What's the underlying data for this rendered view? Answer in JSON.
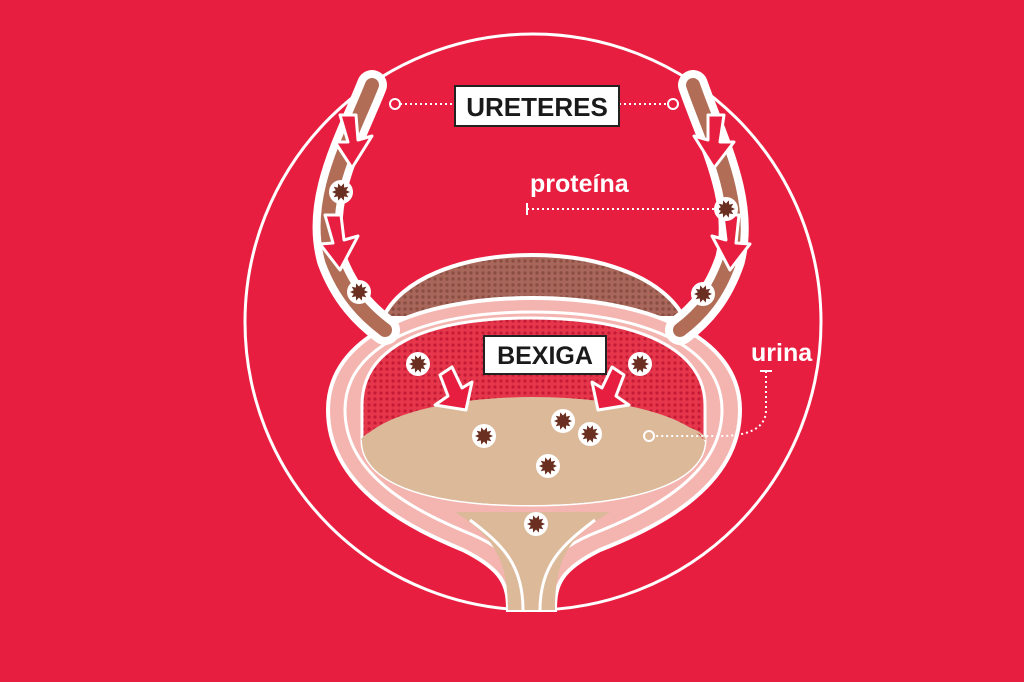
{
  "labels": {
    "ureters": "URETERES",
    "protein": "proteína",
    "bladder": "BEXIGA",
    "urine": "urina"
  },
  "colors": {
    "background": "#e81e40",
    "outline": "#ffffff",
    "bladder_wall": "#f4b5b0",
    "bladder_lining": "#a8675a",
    "urine": "#dbb999",
    "protein": "#6b2f22",
    "ureter": "#b16d56"
  }
}
